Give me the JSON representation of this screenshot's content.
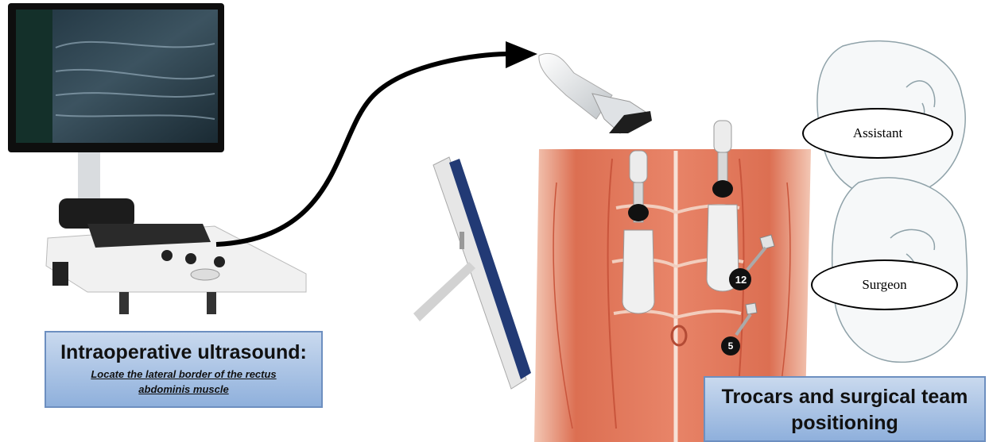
{
  "ultrasound_box": {
    "title": "Intraoperative ultrasound:",
    "subtitle": "Locate the lateral border of the rectus abdominis muscle"
  },
  "trocar_box": {
    "title": "Trocars and surgical team positioning"
  },
  "roles": {
    "assistant": "Assistant",
    "surgeon": "Surgeon"
  },
  "trocar_labels": {
    "trocar_12": "12",
    "trocar_5": "5"
  },
  "colors": {
    "box_fill": "#a9c3e6",
    "box_border": "#6d8fc0",
    "muscle": "#e07a5f",
    "arrow": "#000000"
  },
  "icons": [
    "ultrasound-machine-icon",
    "ultrasound-probe-icon",
    "laparoscopy-monitor-icon",
    "trocar-icon",
    "surgeon-figure-icon",
    "assistant-figure-icon"
  ]
}
